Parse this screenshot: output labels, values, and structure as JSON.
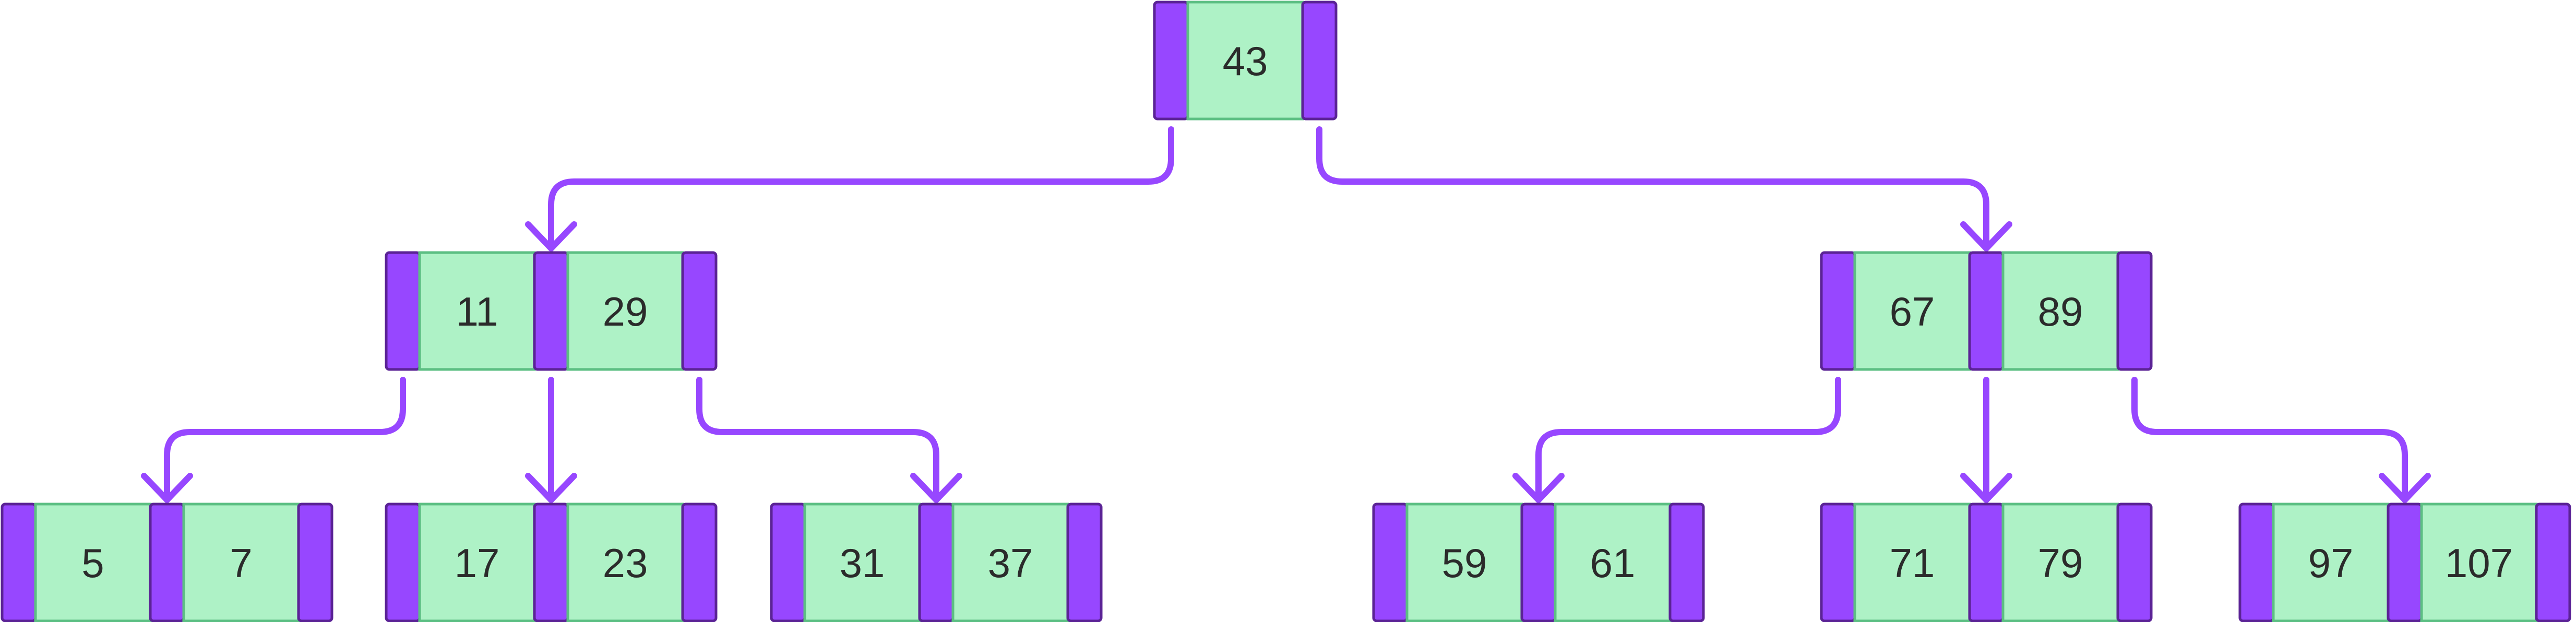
{
  "colors": {
    "key_fill": "#aef2c6",
    "key_stroke": "#5cbf83",
    "pointer_fill": "#9747ff",
    "pointer_stroke": "#5b2396",
    "edge": "#9747ff",
    "text": "#2b2b2b"
  },
  "tree": {
    "nodes": [
      {
        "id": "root",
        "level": 0,
        "keys": [
          "43"
        ]
      },
      {
        "id": "n1",
        "level": 1,
        "keys": [
          "11",
          "29"
        ]
      },
      {
        "id": "n2",
        "level": 1,
        "keys": [
          "67",
          "89"
        ]
      },
      {
        "id": "l1",
        "level": 2,
        "keys": [
          "5",
          "7"
        ]
      },
      {
        "id": "l2",
        "level": 2,
        "keys": [
          "17",
          "23"
        ]
      },
      {
        "id": "l3",
        "level": 2,
        "keys": [
          "31",
          "37"
        ]
      },
      {
        "id": "l4",
        "level": 2,
        "keys": [
          "59",
          "61"
        ]
      },
      {
        "id": "l5",
        "level": 2,
        "keys": [
          "71",
          "79"
        ]
      },
      {
        "id": "l6",
        "level": 2,
        "keys": [
          "97",
          "107"
        ]
      }
    ],
    "edges": [
      {
        "from": "root",
        "pointer": 0,
        "to": "n1"
      },
      {
        "from": "root",
        "pointer": 1,
        "to": "n2"
      },
      {
        "from": "n1",
        "pointer": 0,
        "to": "l1"
      },
      {
        "from": "n1",
        "pointer": 1,
        "to": "l2"
      },
      {
        "from": "n1",
        "pointer": 2,
        "to": "l3"
      },
      {
        "from": "n2",
        "pointer": 0,
        "to": "l4"
      },
      {
        "from": "n2",
        "pointer": 1,
        "to": "l5"
      },
      {
        "from": "n2",
        "pointer": 2,
        "to": "l6"
      }
    ]
  }
}
